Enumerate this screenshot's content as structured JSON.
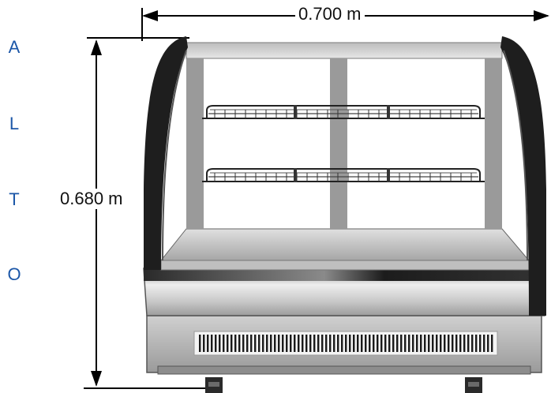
{
  "vertical_word": [
    "A",
    "L",
    "T",
    "O"
  ],
  "dimensions": {
    "width": "0.700 m",
    "height": "0.680 m"
  },
  "colors": {
    "dimension_text": "#111111",
    "vertical_word": "#1c57a8",
    "frame": "#1e1e1e",
    "steel": "#c9c9c9",
    "glass_post": "#9a9a9a"
  }
}
